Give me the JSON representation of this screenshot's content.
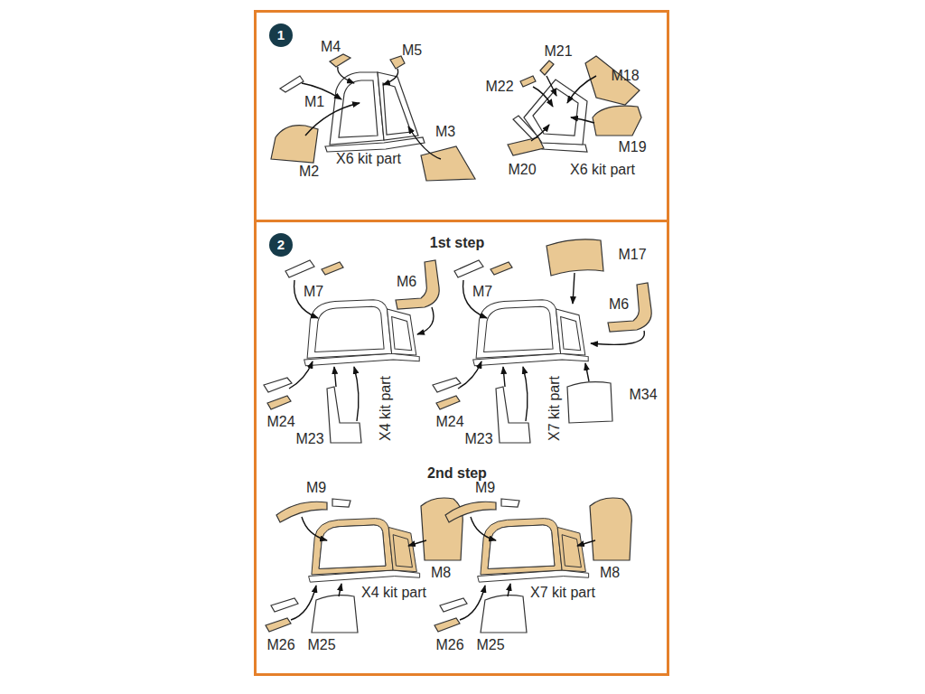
{
  "diagram": {
    "nodes": [
      {
        "text": [
          "1"
        ]
      },
      {
        "text": [
          "2"
        ]
      }
    ],
    "labels": [
      "M4",
      "M5",
      "M1",
      "M3",
      "M2",
      "X6 kit part",
      "M21",
      "M22",
      "M18",
      "M19",
      "M20",
      "X6 kit part",
      "1st step",
      "M7",
      "M6",
      "M24",
      "M23",
      "X4 kit part",
      "M7",
      "M17",
      "M6",
      "M24",
      "M23",
      "X7 kit part",
      "M34",
      "2nd step",
      "M9",
      "M8",
      "X4 kit part",
      "M26",
      "M25",
      "M9",
      "M8",
      "X7 kit part",
      "M26",
      "M25"
    ]
  }
}
